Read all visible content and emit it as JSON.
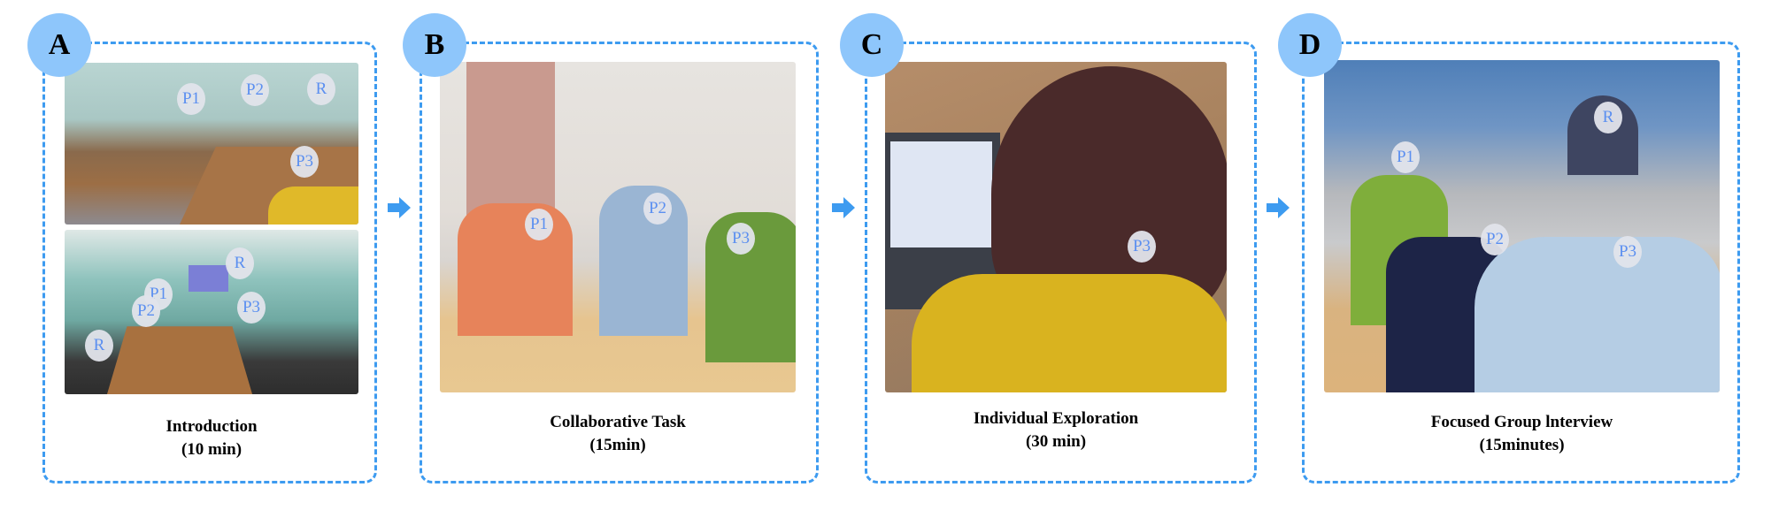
{
  "stages": [
    {
      "letter": "A",
      "title": "Introduction",
      "duration": "(10 min)",
      "photos": [
        {
          "labels": [
            "P1",
            "P2",
            "R",
            "P3"
          ]
        },
        {
          "labels": [
            "R",
            "P1",
            "P2",
            "P3",
            "R"
          ]
        }
      ]
    },
    {
      "letter": "B",
      "title": "Collaborative Task",
      "duration": "(15min)",
      "photos": [
        {
          "labels": [
            "P1",
            "P2",
            "P3"
          ]
        }
      ]
    },
    {
      "letter": "C",
      "title": "Individual Exploration",
      "duration": "(30 min)",
      "photos": [
        {
          "labels": [
            "P3"
          ]
        }
      ]
    },
    {
      "letter": "D",
      "title": "Focused Group lnterview",
      "duration": "(15minutes)",
      "photos": [
        {
          "labels": [
            "P1",
            "R",
            "P2",
            "P3"
          ]
        }
      ]
    }
  ],
  "colors": {
    "accent": "#3d9bf0",
    "circle": "#8ec6fb",
    "badge_text": "#5b8ff0"
  },
  "icons": {
    "flow_arrow": "arrow-right-icon"
  }
}
